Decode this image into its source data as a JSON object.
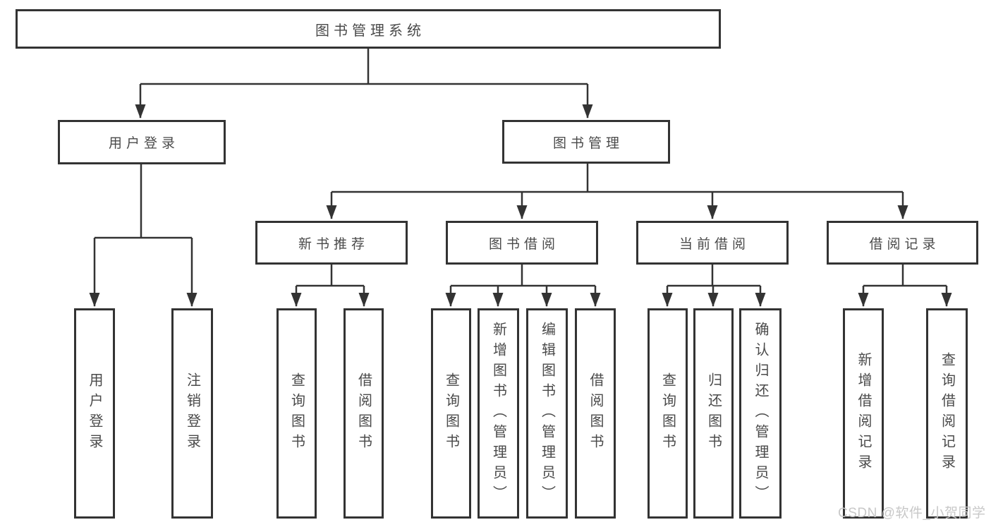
{
  "diagram": {
    "root": {
      "label": "图书管理系统"
    },
    "branches": [
      {
        "label": "用户登录",
        "children": [
          {
            "label": "用户登录"
          },
          {
            "label": "注销登录"
          }
        ]
      },
      {
        "label": "图书管理",
        "children": [
          {
            "label": "新书推荐",
            "children": [
              {
                "label": "查询图书"
              },
              {
                "label": "借阅图书"
              }
            ]
          },
          {
            "label": "图书借阅",
            "children": [
              {
                "label": "查询图书"
              },
              {
                "label": "新增图书（管理员）"
              },
              {
                "label": "编辑图书（管理员）"
              },
              {
                "label": "借阅图书"
              }
            ]
          },
          {
            "label": "当前借阅",
            "children": [
              {
                "label": "查询图书"
              },
              {
                "label": "归还图书"
              },
              {
                "label": "确认归还（管理员）"
              }
            ]
          },
          {
            "label": "借阅记录",
            "children": [
              {
                "label": "新增借阅记录"
              },
              {
                "label": "查询借阅记录"
              }
            ]
          }
        ]
      }
    ]
  },
  "watermark": {
    "text": "CSDN @软件_小贺同学"
  },
  "colors": {
    "line": "#333333",
    "text": "#4a4a4a",
    "watermark": "#c8c8c8",
    "background": "#ffffff"
  }
}
